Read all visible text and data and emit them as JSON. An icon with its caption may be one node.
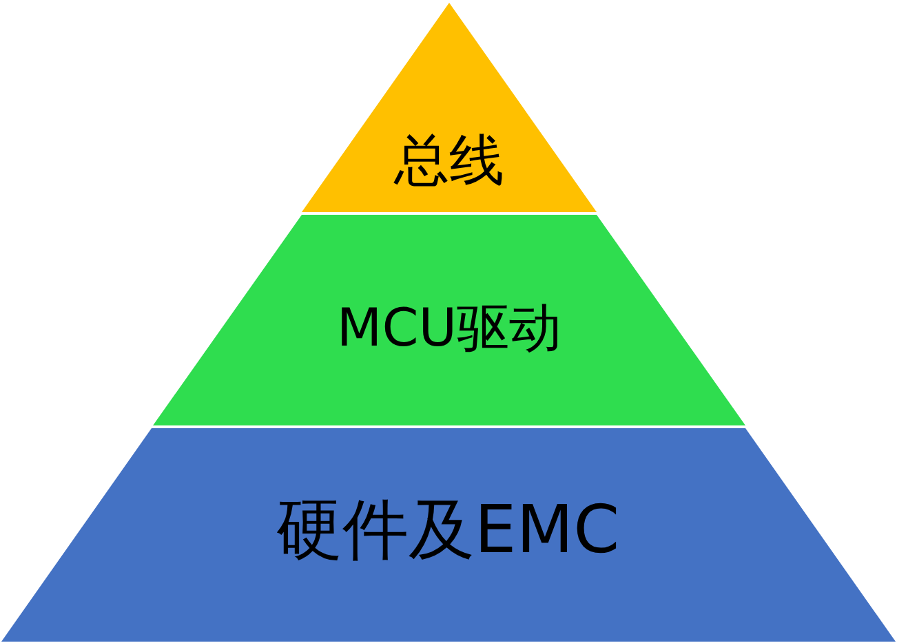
{
  "diagram": {
    "nodes": [
      {
        "text": [
          "总线"
        ]
      },
      {
        "text": [
          "MCU驱动"
        ]
      },
      {
        "text": [
          "硬件及EMC"
        ]
      }
    ]
  }
}
